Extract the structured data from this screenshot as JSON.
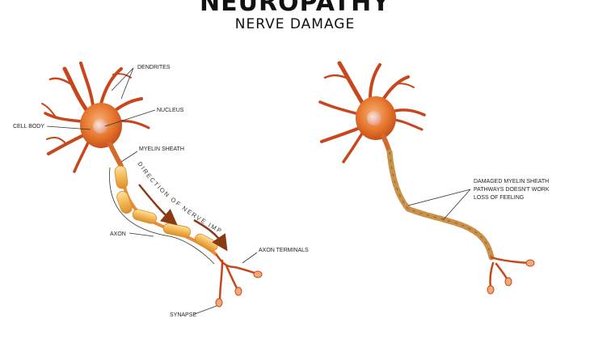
{
  "title": "NEUROPATHY",
  "subtitle": "NERVE DAMAGE",
  "labels": {
    "dendrites": "DENDRITES",
    "nucleus": "NUCLEUS",
    "cell_body": "CELL BODY",
    "myelin_sheath": "MYELIN SHEATH",
    "direction": "DIRECTION OF NERVE IMPULSE",
    "axon": "AXON",
    "axon_terminals": "AXON TERMINALS",
    "synapse": "SYNAPSE"
  },
  "damaged_labels": {
    "line1": "DAMAGED MYELIN SHEATH",
    "line2": "PATHWAYS DOESN'T WORK",
    "line3": "LOSS OF FEELING"
  },
  "colors": {
    "dendrite": "#c7461c",
    "cell_body": "#e2702a",
    "nucleus": "#f3c9b4",
    "myelin": "#f7c46a",
    "myelin_damaged": "#c9914a",
    "arrow": "#8a3a14",
    "line": "#333333"
  }
}
